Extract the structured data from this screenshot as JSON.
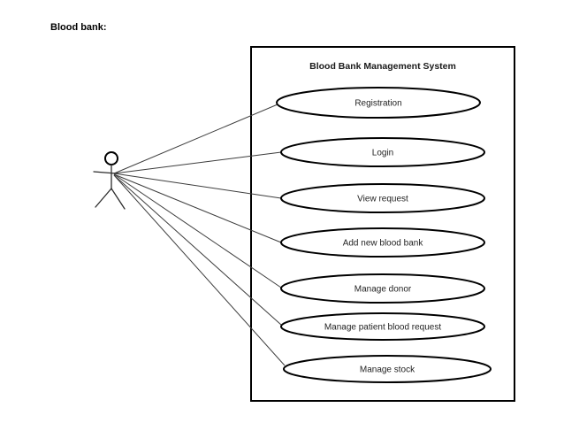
{
  "page": {
    "heading": "Blood bank:"
  },
  "diagram": {
    "system_title": "Blood Bank Management System",
    "usecases": [
      {
        "label": "Registration"
      },
      {
        "label": "Login"
      },
      {
        "label": "View request"
      },
      {
        "label": "Add new blood bank"
      },
      {
        "label": "Manage donor"
      },
      {
        "label": "Manage patient blood request"
      },
      {
        "label": "Manage stock"
      }
    ],
    "colors": {
      "shape_stroke": "#000000",
      "connector": "#3d3d3d",
      "background": "#ffffff",
      "text": "#1a1a1a"
    }
  }
}
